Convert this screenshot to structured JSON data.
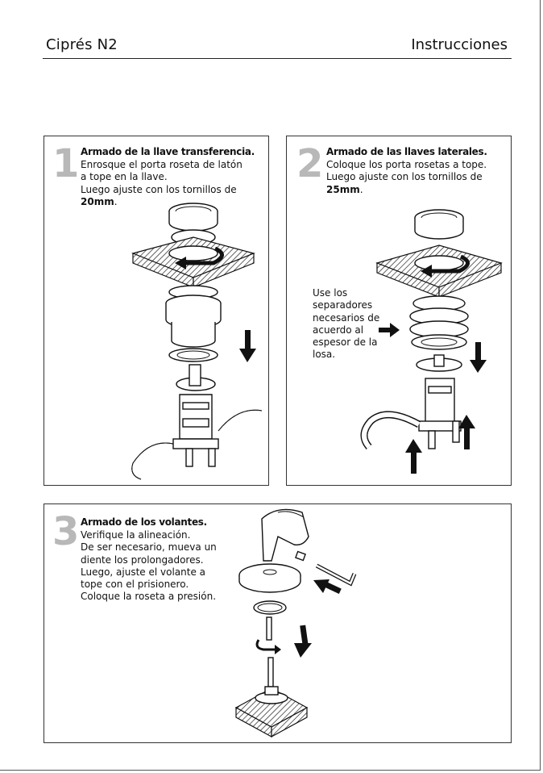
{
  "header": {
    "title": "Ciprés N2",
    "right": "Instrucciones"
  },
  "steps": [
    {
      "number": "1",
      "title": "Armado de la llave transferencia.",
      "lines": [
        "Enrosque el porta roseta de latón",
        "a tope en la llave.",
        "Luego ajuste con los tornillos de"
      ],
      "emphasis": "20mm",
      "emphasis_suffix": "."
    },
    {
      "number": "2",
      "title": "Armado de las llaves laterales.",
      "lines": [
        "Coloque los porta rosetas a tope.",
        "Luego ajuste con los tornillos de"
      ],
      "emphasis": "25mm",
      "emphasis_suffix": ".",
      "note": "Use los\nseparadores\nnecesarios de\nacuerdo al\nespesor de la\nlosa."
    },
    {
      "number": "3",
      "title": "Armado de los volantes.",
      "text": "Verifique la alineación.\nDe ser necesario, mueva un\ndiente los prolongadores.\nLuego, ajuste el volante a\ntope con el prisionero.\nColoque la roseta a presión."
    }
  ],
  "icons": {
    "arrow": "arrow-icon",
    "rotate": "rotate-arrow-icon"
  }
}
